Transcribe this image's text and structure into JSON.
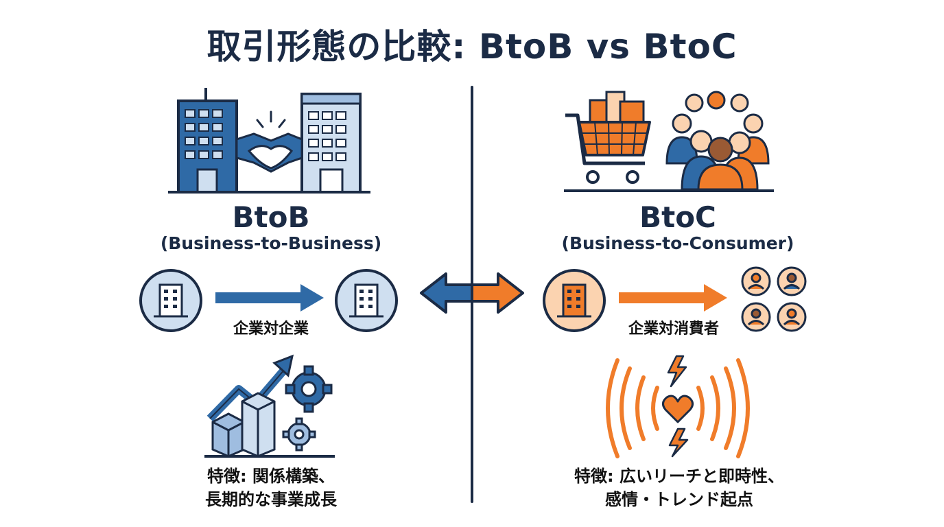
{
  "title": "取引形態の比較: BtoB vs BtoC",
  "left": {
    "heading": "BtoB",
    "subheading": "(Business-to-Business)",
    "flow_label": "企業対企業",
    "feature_line1": "特徴: 関係構築、",
    "feature_line2": "長期的な事業成長"
  },
  "right": {
    "heading": "BtoC",
    "subheading": "(Business-to-Consumer)",
    "flow_label": "企業対消費者",
    "feature_line1": "特徴: 広いリーチと即時性、",
    "feature_line2": "感情・トレンド起点"
  },
  "colors": {
    "navy": "#1b2b45",
    "blue": "#2f6aa6",
    "light_blue": "#cfdff0",
    "orange": "#f07c2a",
    "light_orange": "#fbd3b0"
  }
}
